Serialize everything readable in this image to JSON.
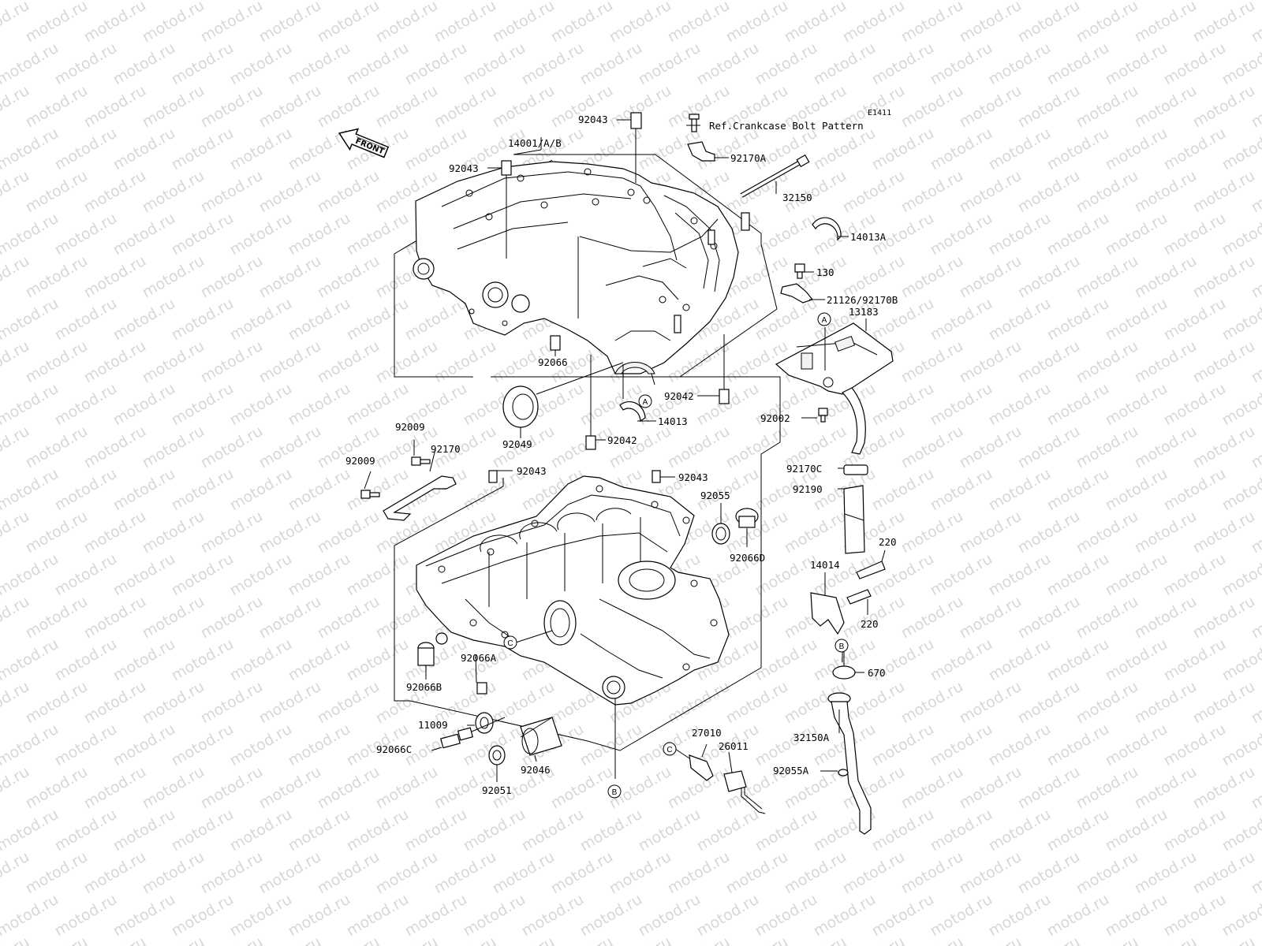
{
  "diagram": {
    "code": "E1411",
    "front_label": "FRONT",
    "watermark": "motod.ru",
    "reference_note": "Ref.Crankcase Bolt Pattern",
    "callouts": [
      {
        "letter": "A"
      },
      {
        "letter": "A"
      },
      {
        "letter": "B"
      },
      {
        "letter": "B"
      },
      {
        "letter": "C"
      },
      {
        "letter": "C"
      }
    ],
    "parts": [
      {
        "number": "92043"
      },
      {
        "number": "14001/A/B"
      },
      {
        "number": "92043"
      },
      {
        "number": "92170A"
      },
      {
        "number": "32150"
      },
      {
        "number": "14013A"
      },
      {
        "number": "130"
      },
      {
        "number": "21126/92170B"
      },
      {
        "number": "13183"
      },
      {
        "number": "92066"
      },
      {
        "number": "92042"
      },
      {
        "number": "14013"
      },
      {
        "number": "92049"
      },
      {
        "number": "92042"
      },
      {
        "number": "92002"
      },
      {
        "number": "92009"
      },
      {
        "number": "92170"
      },
      {
        "number": "92009"
      },
      {
        "number": "92043"
      },
      {
        "number": "92043"
      },
      {
        "number": "92170C"
      },
      {
        "number": "92190"
      },
      {
        "number": "92055"
      },
      {
        "number": "92066D"
      },
      {
        "number": "220"
      },
      {
        "number": "14014"
      },
      {
        "number": "220"
      },
      {
        "number": "670"
      },
      {
        "number": "92066A"
      },
      {
        "number": "92066B"
      },
      {
        "number": "11009"
      },
      {
        "number": "92066C"
      },
      {
        "number": "92046"
      },
      {
        "number": "92051"
      },
      {
        "number": "27010"
      },
      {
        "number": "26011"
      },
      {
        "number": "32150A"
      },
      {
        "number": "92055A"
      }
    ]
  }
}
